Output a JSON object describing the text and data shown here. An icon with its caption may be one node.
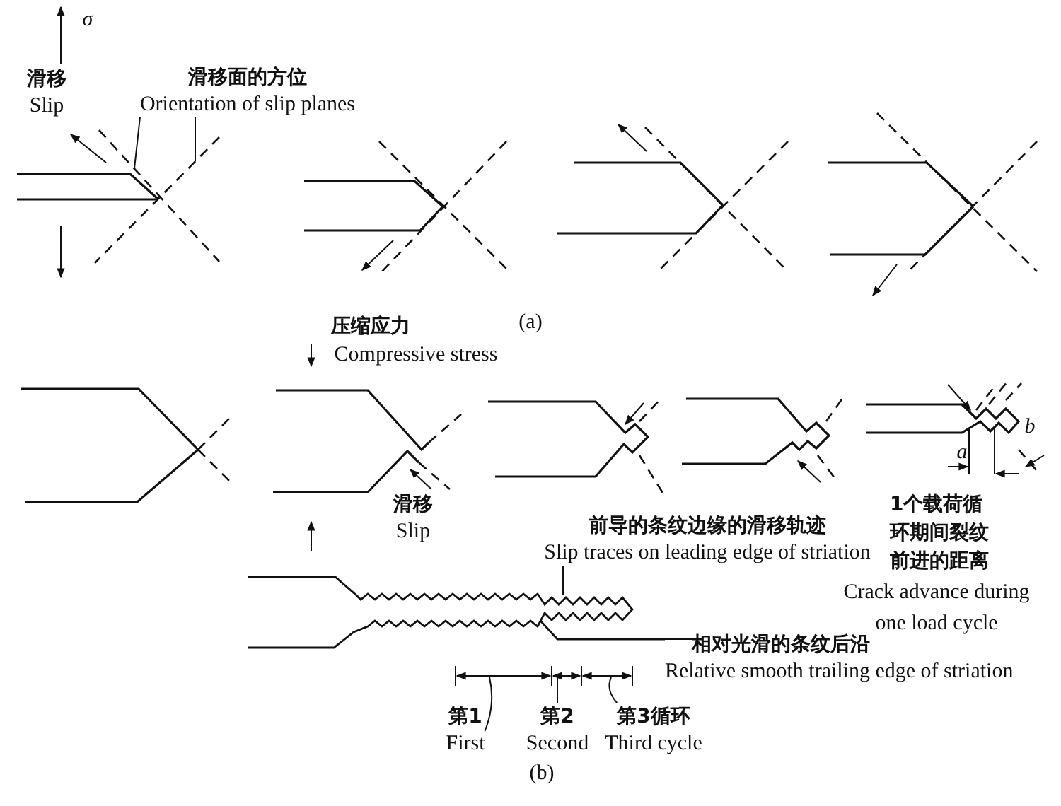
{
  "diagram": {
    "nodes": [
      {
        "text": [
          "滑移面的方位",
          "Orientation of slip planes"
        ]
      },
      {
        "text": [
          "前导的条纹边缘的滑移轨迹",
          "Slip traces on leading edge of striation"
        ]
      },
      {
        "text": [
          "相对光滑的条纹后沿",
          "Relative smooth trailing edge of striation"
        ]
      },
      {
        "text": [
          "第1",
          "First"
        ]
      },
      {
        "text": [
          "第2",
          "Second"
        ]
      },
      {
        "text": [
          "第3循环",
          "Third cycle"
        ]
      },
      {
        "text": [],
        "shape": "line"
      },
      {
        "text": [],
        "shape": "line"
      },
      {
        "text": [],
        "shape": "crack"
      },
      {
        "text": [],
        "shape": "span"
      },
      {
        "text": [],
        "shape": "span"
      },
      {
        "text": [],
        "shape": "span"
      }
    ],
    "edges": [
      {
        "from": 0,
        "to": 6,
        "arrow": "none"
      },
      {
        "from": 0,
        "to": 7,
        "arrow": "none"
      },
      {
        "from": 1,
        "to": 8,
        "arrow": "none"
      },
      {
        "from": 2,
        "to": 8,
        "arrow": "none"
      },
      {
        "from": 3,
        "to": 9,
        "arrow": "none"
      },
      {
        "from": 4,
        "to": 10,
        "arrow": "none"
      },
      {
        "from": 5,
        "to": 11,
        "arrow": "none"
      }
    ],
    "labels": [
      "σ",
      "滑移",
      "Slip",
      "(a)",
      "压缩应力",
      "Compressive stress",
      "滑移",
      "Slip",
      "b",
      "a",
      "1个载荷循环期间裂纹前进的距离",
      "Crack advance during one load cycle",
      "(b)"
    ]
  }
}
